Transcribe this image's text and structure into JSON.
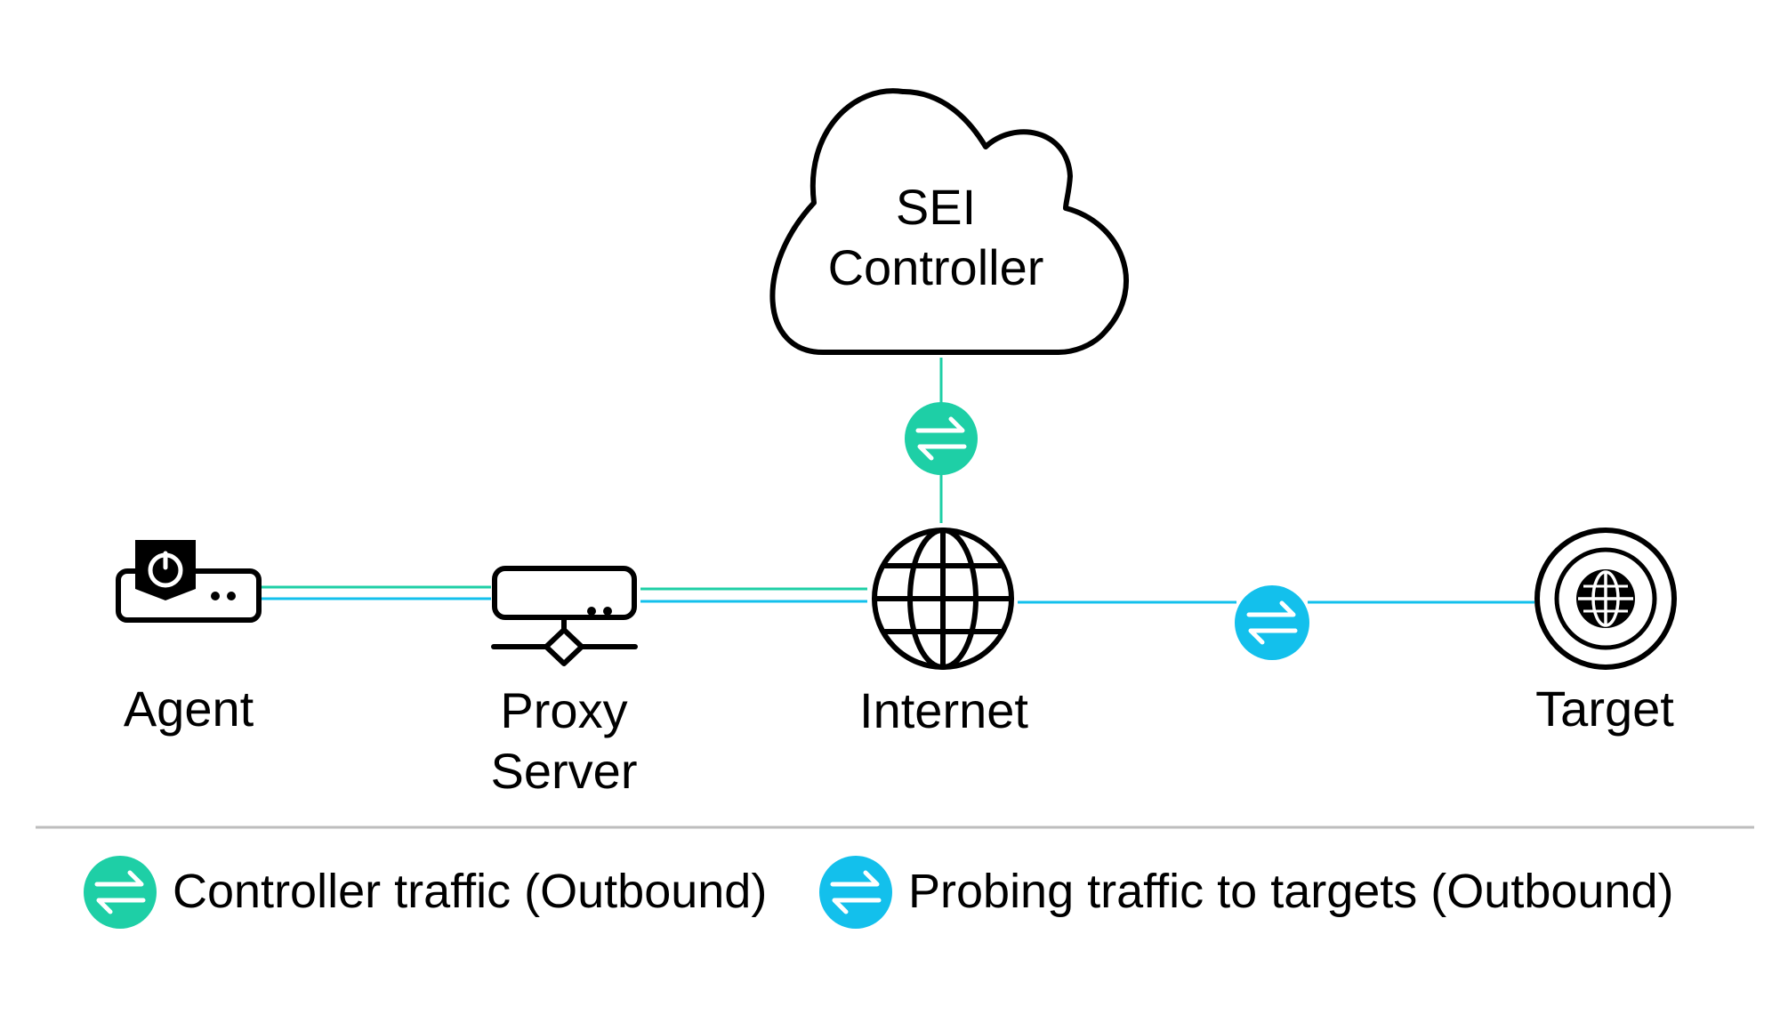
{
  "colors": {
    "controller_traffic": "#1ecfa6",
    "probing_traffic": "#13c0ec",
    "divider": "#bdbdbd",
    "icon_stroke": "#000000"
  },
  "nodes": {
    "cloud": {
      "line1": "SEI",
      "line2": "Controller",
      "icon": "cloud-icon"
    },
    "agent": {
      "label": "Agent",
      "icon": "agent-device-icon"
    },
    "proxy": {
      "line1": "Proxy",
      "line2": "Server",
      "icon": "proxy-server-icon"
    },
    "internet": {
      "label": "Internet",
      "icon": "globe-icon"
    },
    "target": {
      "label": "Target",
      "icon": "target-globe-icon"
    }
  },
  "legend": {
    "controller": {
      "label": "Controller traffic (Outbound)",
      "icon": "exchange-arrows-icon"
    },
    "probing": {
      "label": "Probing traffic to targets (Outbound)",
      "icon": "exchange-arrows-icon"
    }
  }
}
